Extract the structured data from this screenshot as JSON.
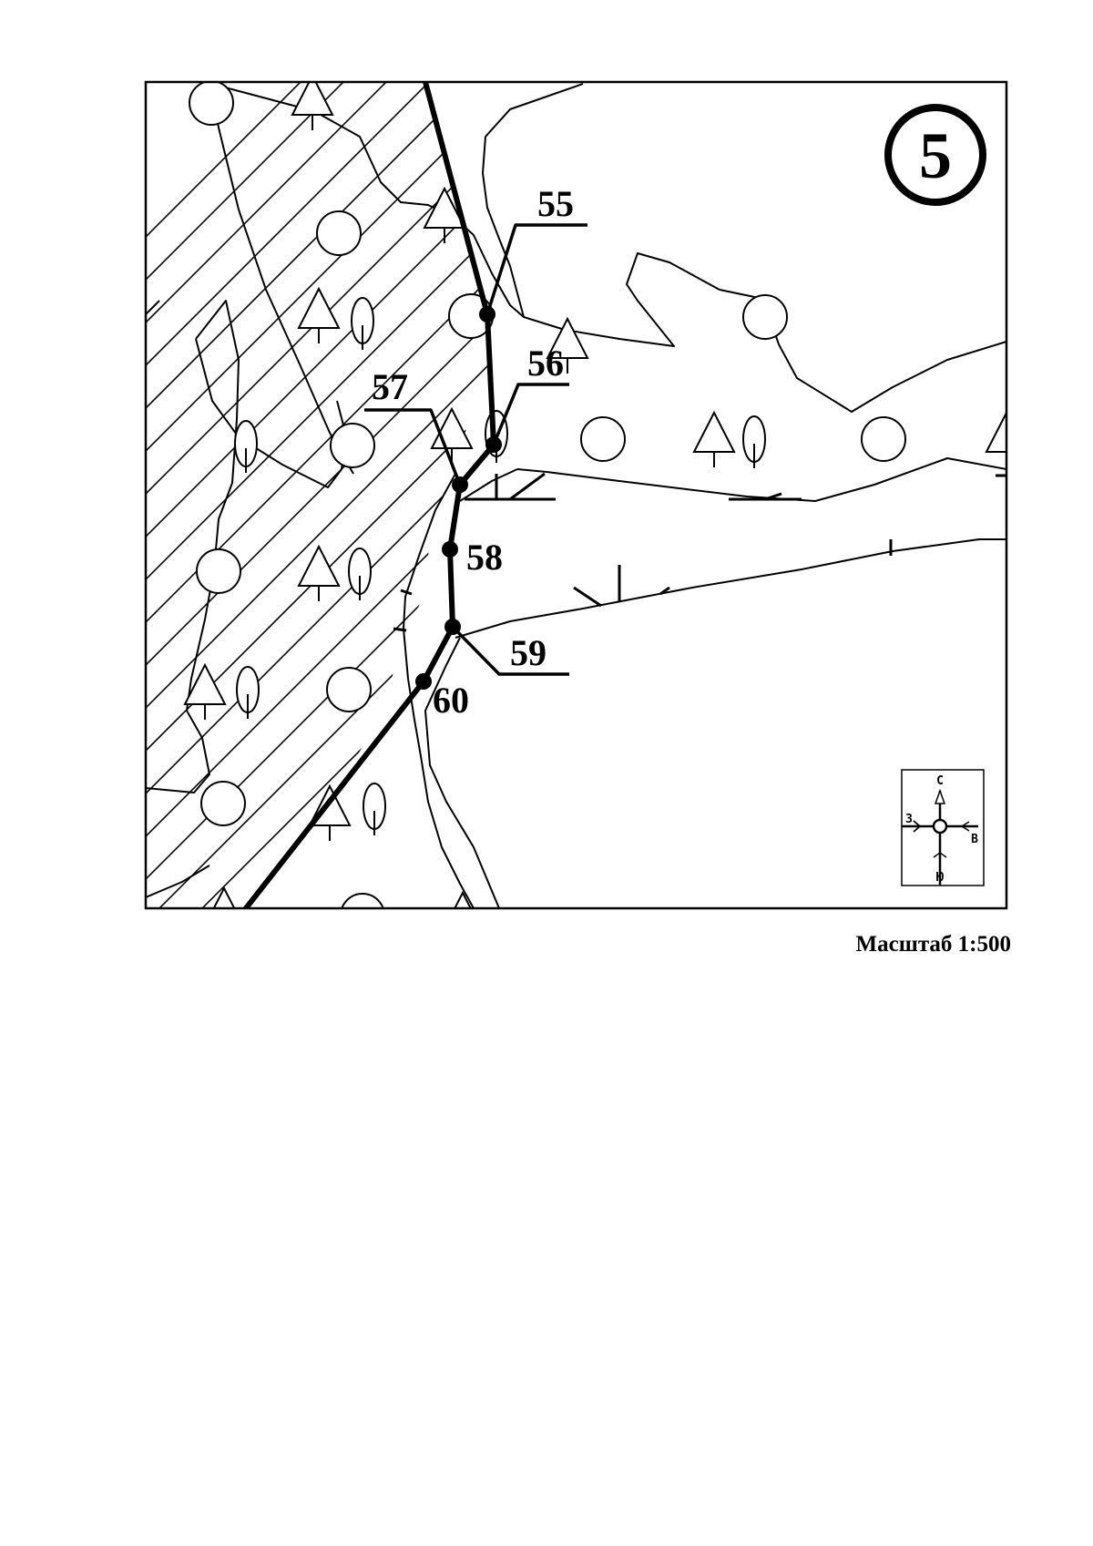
{
  "map": {
    "sheet_number": "5",
    "scale_label": "Масштаб 1:500",
    "points": [
      {
        "id": "55",
        "label": "55"
      },
      {
        "id": "56",
        "label": "56"
      },
      {
        "id": "57",
        "label": "57"
      },
      {
        "id": "58",
        "label": "58"
      },
      {
        "id": "59",
        "label": "59"
      },
      {
        "id": "60",
        "label": "60"
      }
    ],
    "compass": {
      "north": "С",
      "south": "Ю",
      "east": "В",
      "west": "З"
    },
    "colors": {
      "ink": "#000000",
      "paper": "#ffffff"
    }
  }
}
